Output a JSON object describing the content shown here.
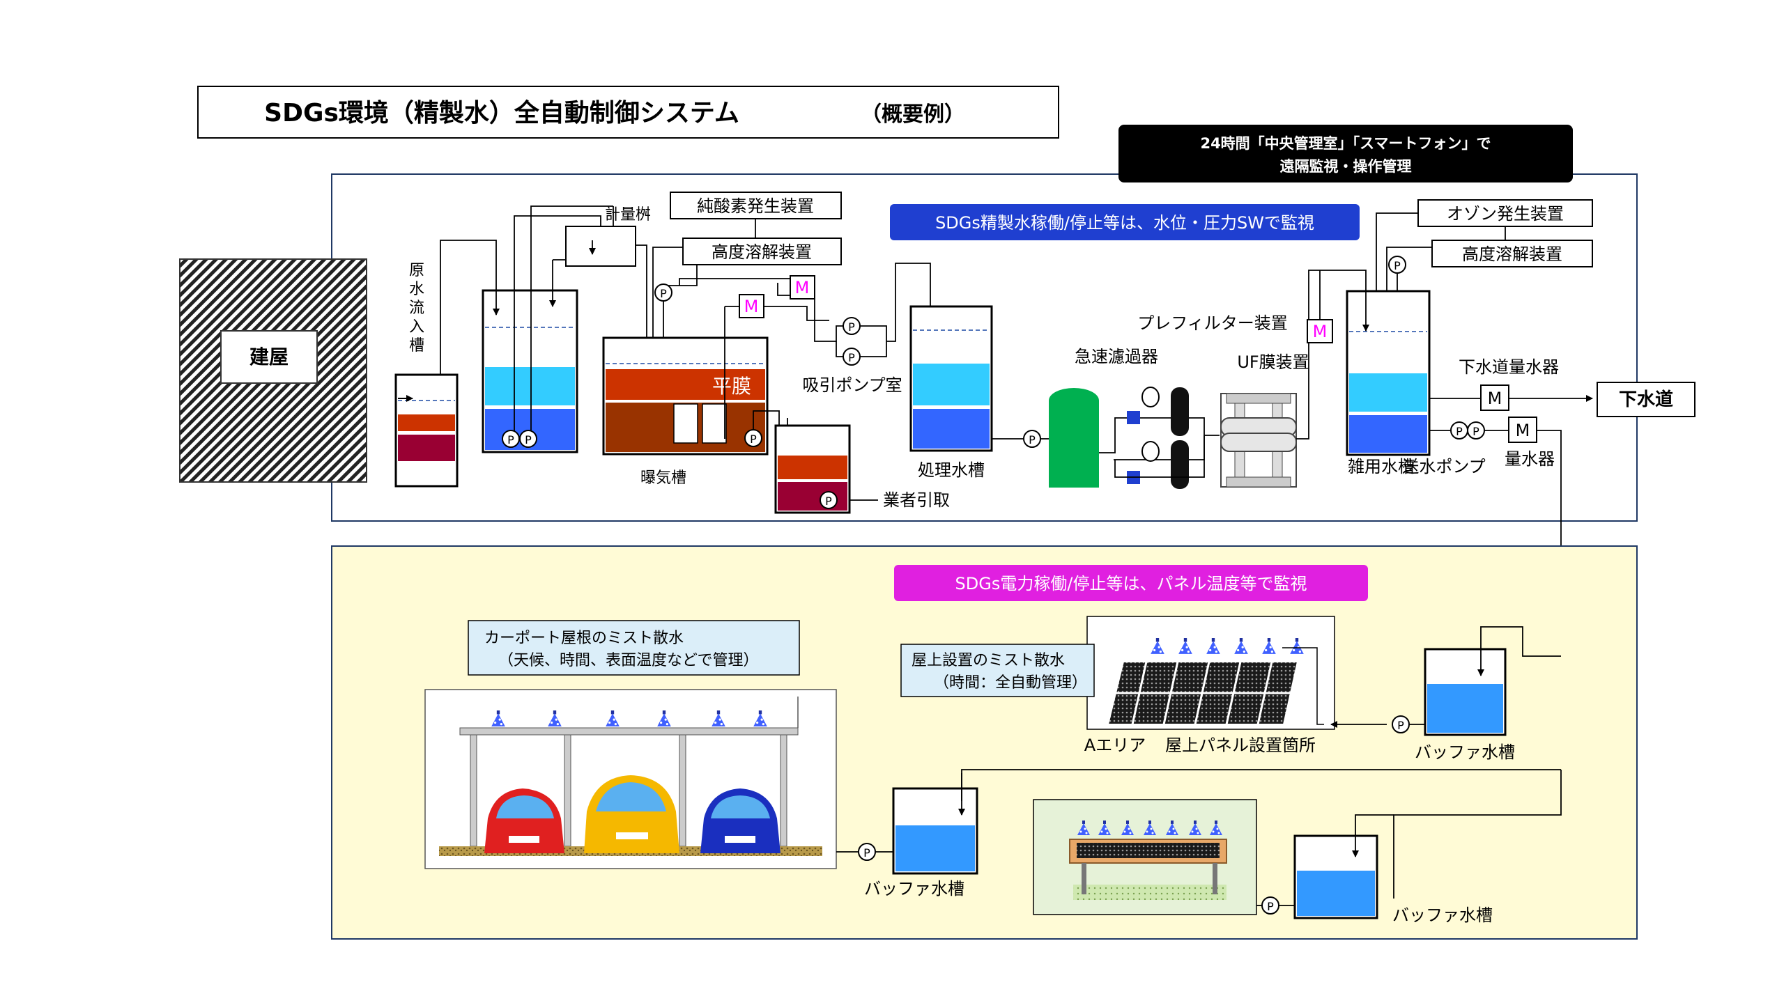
{
  "title": {
    "main": "SDGs環境（精製水）全自動制御システム",
    "sub": "（概要例）"
  },
  "remote": {
    "line1": "24時間「中央管理室」「スマートフォン」で",
    "line2": "遠隔監視・操作管理"
  },
  "upper_banner": "SDGs精製水稼働/停止等は、水位・圧力SWで監視",
  "lower_banner": "SDGs電力稼働/停止等は、パネル温度等で監視",
  "labels": {
    "building": "建屋",
    "raw_inflow": [
      "原",
      "水",
      "流",
      "入",
      "槽"
    ],
    "meter_box": "計量桝",
    "pure_oxygen": "純酸素発生装置",
    "high_dissolve_1": "高度溶解装置",
    "flat_membrane": "平膜",
    "aeration_tank": "曝気槽",
    "suction_pump_room": "吸引ポンプ室",
    "contractor": "業者引取",
    "treated_tank": "処理水槽",
    "rapid_filter": "急速濾過器",
    "prefilter": "プレフィルター装置",
    "uf_membrane": "UF膜装置",
    "ozone": "オゾン発生装置",
    "high_dissolve_2": "高度溶解装置",
    "sewer_meter": "下水道量水器",
    "sewer": "下水道",
    "misc_tank": "雑用水槽",
    "supply_pump": "送水ポンプ",
    "water_meter": "量水器",
    "motor": "M",
    "pump": "P"
  },
  "lower": {
    "carport_note": {
      "line1": "カーポート屋根のミスト散水",
      "line2": "（天候、時間、表面温度などで管理）"
    },
    "roof_note": {
      "line1": "屋上設置のミスト散水",
      "line2": "（時間：全自動管理）"
    },
    "area_a": "Aエリア",
    "roof_panel": "屋上パネル設置箇所",
    "buffer_tank": "バッファ水槽"
  },
  "colors": {
    "title_bg": "#000000",
    "upper_banner_bg": "#1f3fd0",
    "lower_banner_bg": "#e020e0",
    "water_light": "#33ccff",
    "water_dark": "#3366ff",
    "sludge_red": "#cc3300",
    "sludge_dark": "#990033",
    "sludge_brown": "#993300",
    "lower_panel_bg": "#fffbd6",
    "filter_green": "#00b050",
    "motor_magenta": "#ff00ff",
    "note_bg": "#dbeef9"
  }
}
